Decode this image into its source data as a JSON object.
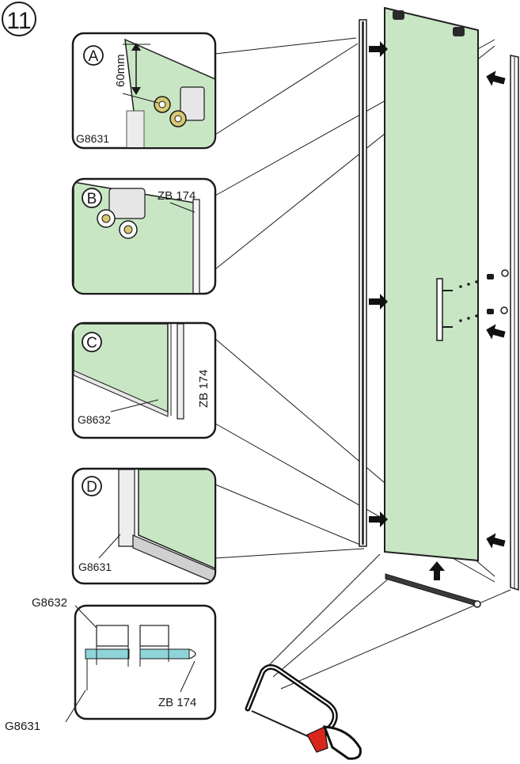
{
  "step": {
    "number": "11"
  },
  "panels": [
    {
      "letter": "A",
      "labels": [
        "60mm",
        "G8631"
      ]
    },
    {
      "letter": "B",
      "labels": [
        "ZB 174"
      ]
    },
    {
      "letter": "C",
      "labels": [
        "ZB 174",
        "G8632"
      ]
    },
    {
      "letter": "D",
      "labels": [
        "G8631"
      ]
    },
    {
      "letter": "",
      "labels": [
        "G8632",
        "ZB 174",
        "G8631"
      ]
    }
  ],
  "colors": {
    "glass": "#c8e6c4",
    "glass_stroke": "#1f1f1f",
    "seal": "#8fd4d8",
    "saw_blade": "#d9261c",
    "line": "#1a1a1a"
  },
  "icons": [
    "hacksaw-icon",
    "arrow-icon",
    "roller-icon",
    "door-handle-icon"
  ]
}
